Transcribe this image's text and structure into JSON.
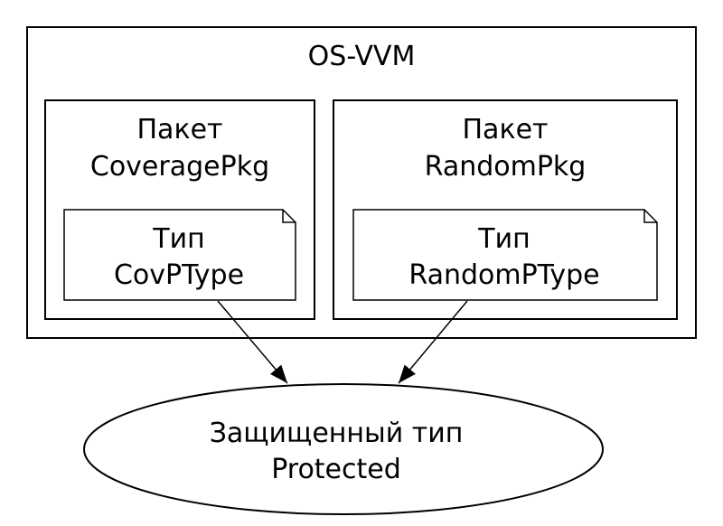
{
  "container": {
    "title": "OS-VVM"
  },
  "packages": [
    {
      "line1": "Пакет",
      "line2": "CoveragePkg",
      "type": {
        "line1": "Тип",
        "line2": "CovPType"
      }
    },
    {
      "line1": "Пакет",
      "line2": "RandomPkg",
      "type": {
        "line1": "Тип",
        "line2": "RandomPType"
      }
    }
  ],
  "target": {
    "line1": "Защищенный тип",
    "line2": "Protected"
  },
  "colors": {
    "stroke": "#000000",
    "background": "#ffffff"
  }
}
